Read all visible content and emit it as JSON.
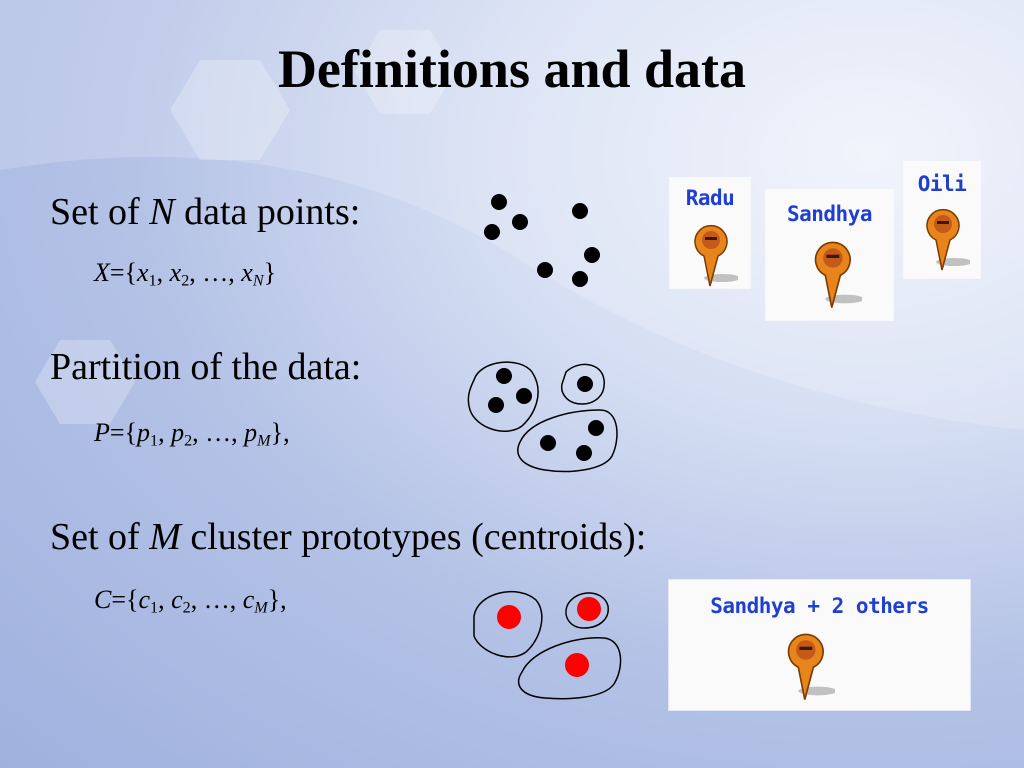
{
  "slide": {
    "title": "Definitions and data"
  },
  "sections": {
    "data_points": {
      "lead": "Set of ",
      "var": "N",
      "rest": " data points:",
      "formula": {
        "lhs": "X",
        "eq": "={",
        "a": "x",
        "a_sub": "1",
        "sep1": ", ",
        "b": "x",
        "b_sub": "2",
        "sep2": ", …, ",
        "c": "x",
        "c_sub": "N",
        "close": "}"
      }
    },
    "partition": {
      "text": "Partition of the data:",
      "formula": {
        "lhs": "P",
        "eq": "={",
        "a": "p",
        "a_sub": "1",
        "sep1": ", ",
        "b": "p",
        "b_sub": "2",
        "sep2": ", …, ",
        "c": "p",
        "c_sub": "M",
        "close": "},"
      }
    },
    "prototypes": {
      "lead": "Set of ",
      "var": "M",
      "rest": " cluster prototypes (centroids):",
      "formula": {
        "lhs": "C",
        "eq": "={",
        "a": "c",
        "a_sub": "1",
        "sep1": ", ",
        "b": "c",
        "b_sub": "2",
        "sep2": ", …, ",
        "c": "c",
        "c_sub": "M",
        "close": "},"
      }
    }
  },
  "map_markers": {
    "radu": "Radu",
    "sandhya": "Sandhya",
    "oili": "Oili",
    "merged": "Sandhya + 2 others"
  },
  "colors": {
    "dot": "#000000",
    "centroid": "#ff0000",
    "marker_label": "#1f3fd1",
    "marker_pin": "#e8841c"
  }
}
